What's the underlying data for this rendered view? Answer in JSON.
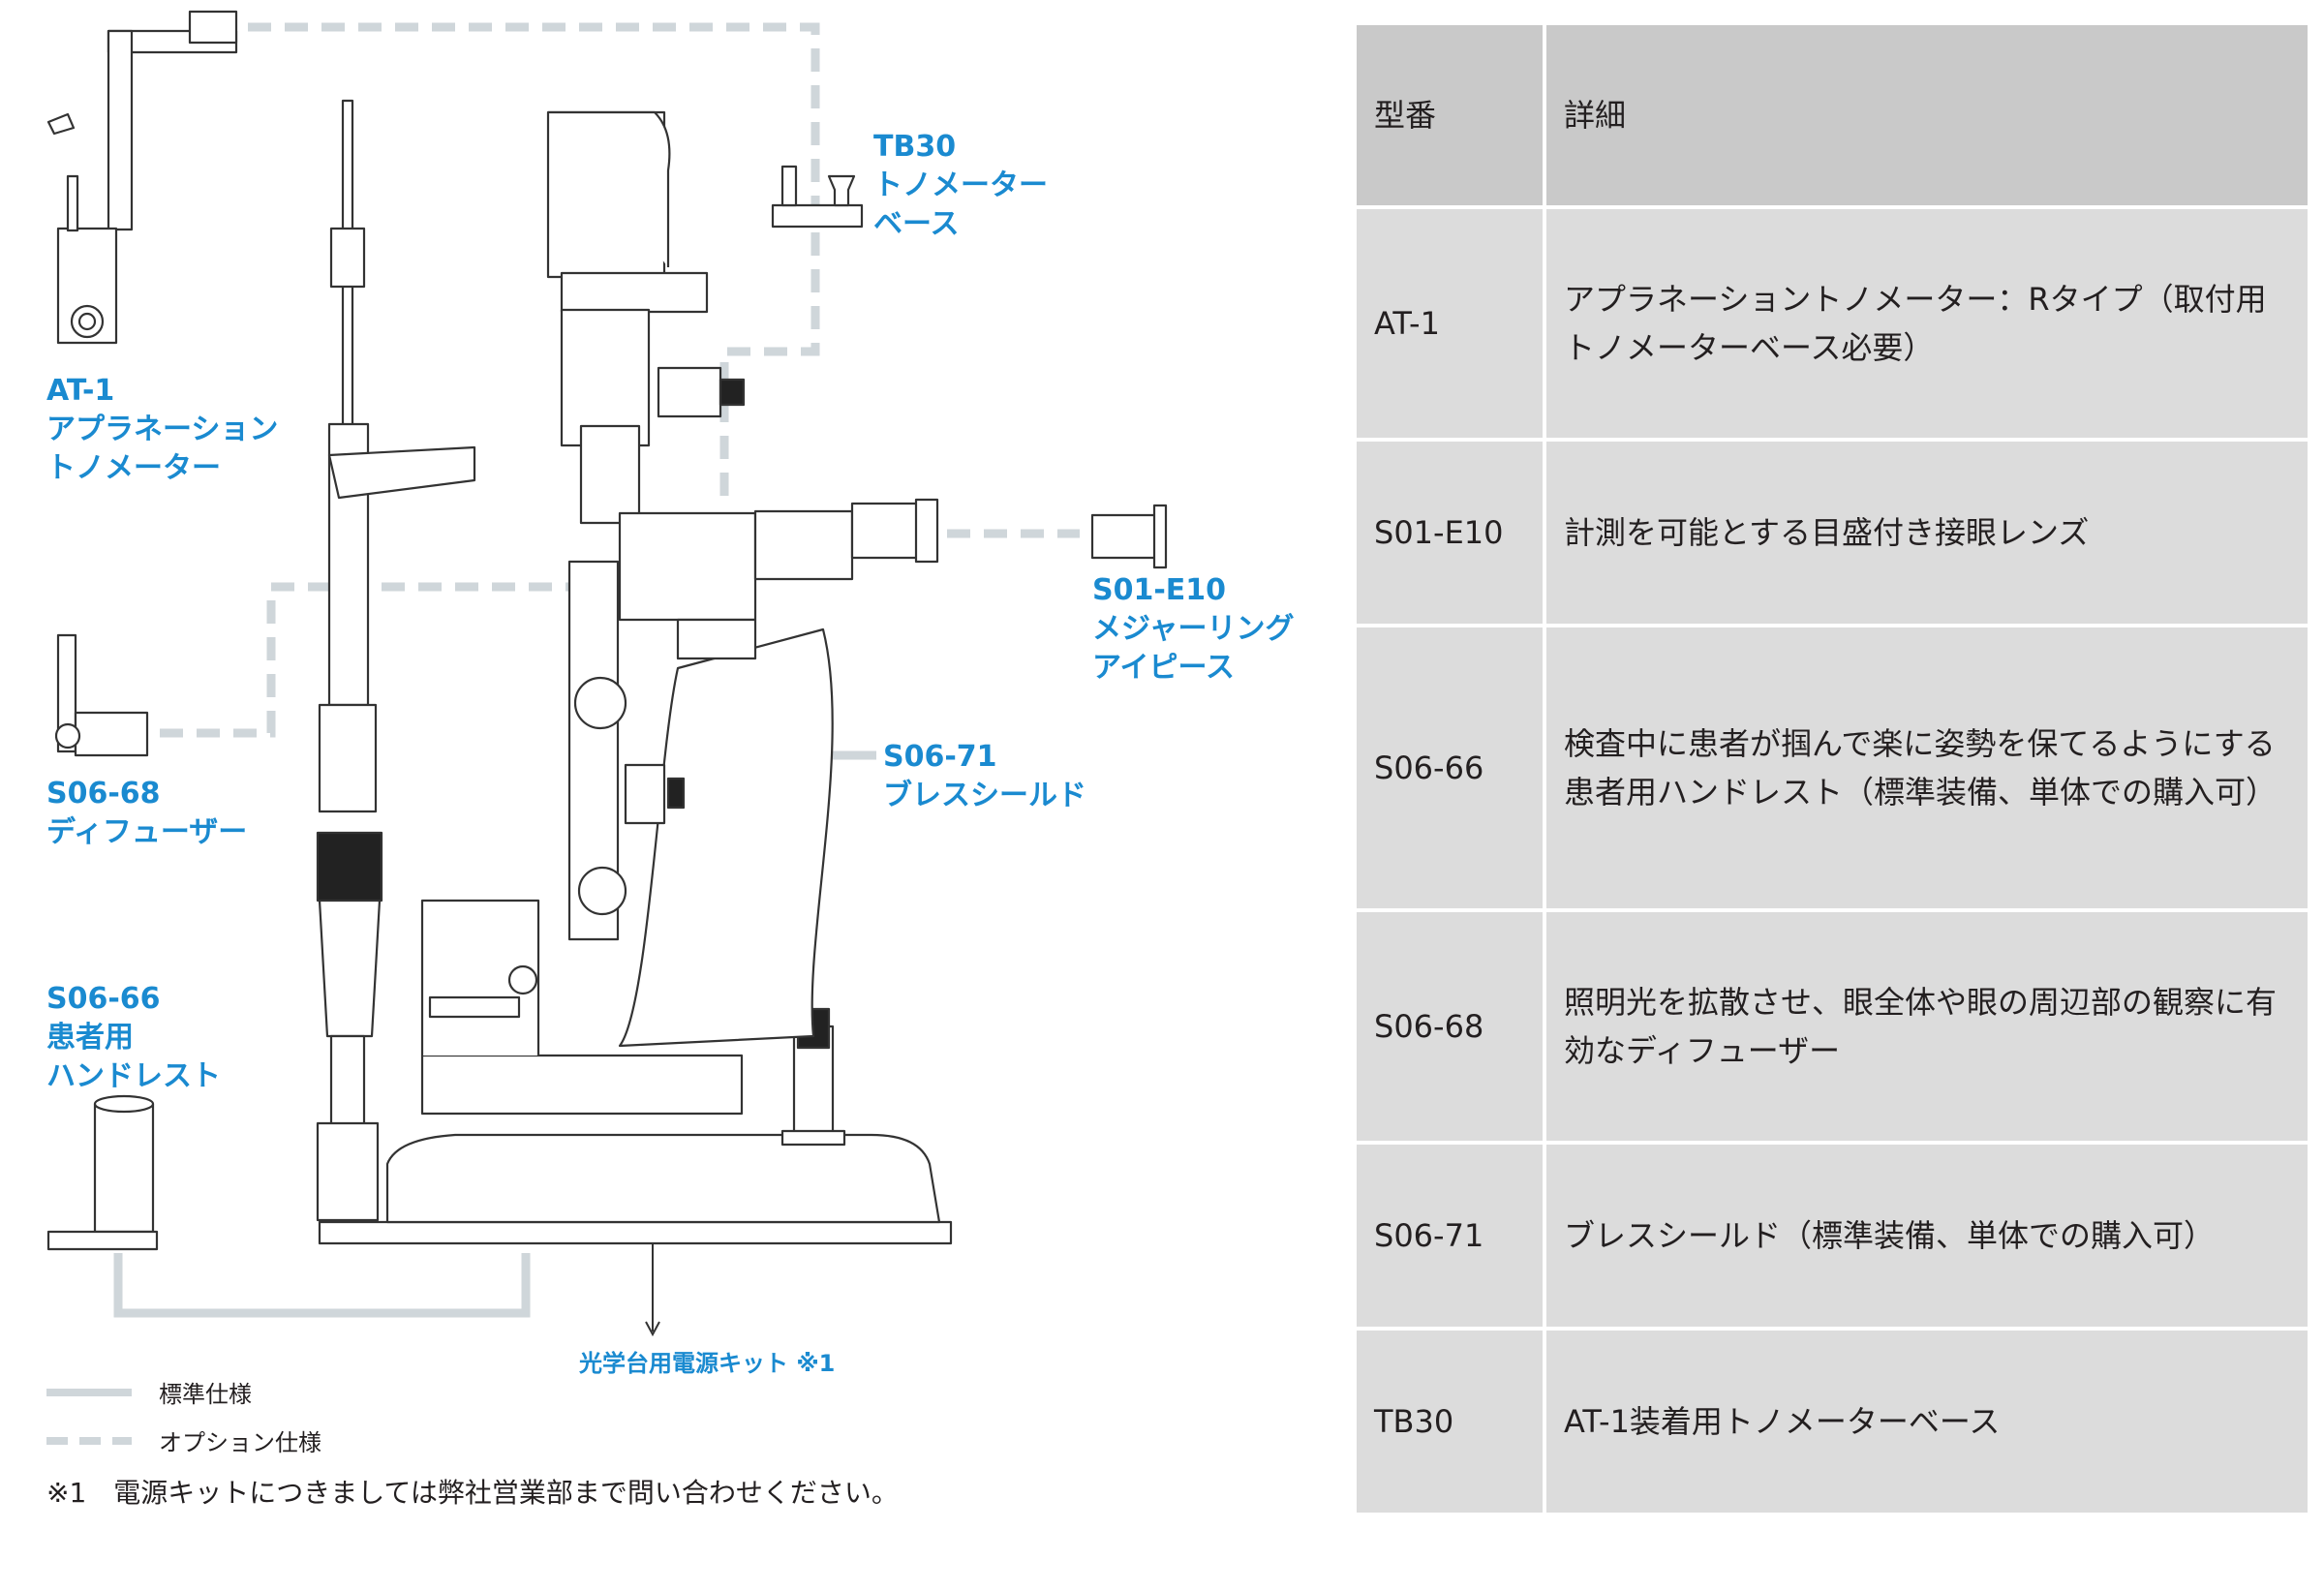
{
  "callouts": {
    "at1": [
      "AT-1",
      "アプラネーション",
      "トノメーター"
    ],
    "tb30": [
      "TB30",
      "トノメーター",
      "ベース"
    ],
    "s01e10": [
      "S01-E10",
      "メジャーリング",
      "アイピース"
    ],
    "s0668": [
      "S06-68",
      "ディフューザー"
    ],
    "s0671": [
      "S06-71",
      "ブレスシールド"
    ],
    "s0666": [
      "S06-66",
      "患者用",
      "ハンドレスト"
    ]
  },
  "power_kit_label": "光学台用電源キット ※1",
  "legend": {
    "standard": "標準仕様",
    "option": "オプション仕様"
  },
  "footnote": "※1　電源キットにつきましては弊社営業部まで問い合わせください。",
  "table": {
    "headers": [
      "型番",
      "詳細"
    ],
    "rows": [
      {
        "model": "AT-1",
        "detail": "アプラネーショントノメーター：Rタイプ（取付用トノメーターベース必要）"
      },
      {
        "model": "S01-E10",
        "detail": "計測を可能とする目盛付き接眼レンズ"
      },
      {
        "model": "S06-66",
        "detail": "検査中に患者が掴んで楽に姿勢を保てるようにする患者用ハンドレスト（標準装備、単体での購入可）"
      },
      {
        "model": "S06-68",
        "detail": "照明光を拡散させ、眼全体や眼の周辺部の観察に有効なディフューザー"
      },
      {
        "model": "S06-71",
        "detail": "ブレスシールド（標準装備、単体での購入可）"
      },
      {
        "model": "TB30",
        "detail": "AT-1装着用トノメーターベース"
      }
    ]
  },
  "colors": {
    "accent": "#1a8ad0",
    "connector": "#cfd6da",
    "table_header": "#c9c9c9",
    "table_cell": "#dcdcdc"
  }
}
